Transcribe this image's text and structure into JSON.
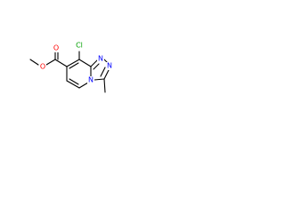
{
  "molecule": {
    "atoms": {
      "chlorine": {
        "label": "Cl",
        "color": "#00a000"
      },
      "ester_carbonyl_oxygen": {
        "label": "O",
        "color": "#ff0000"
      },
      "ester_ether_oxygen": {
        "label": "O",
        "color": "#ff0000"
      },
      "triazole_n1": {
        "label": "N",
        "color": "#0000ff"
      },
      "triazole_n2": {
        "label": "N",
        "color": "#0000ff"
      },
      "bridgehead_n": {
        "label": "N",
        "color": "#0000ff"
      }
    }
  }
}
